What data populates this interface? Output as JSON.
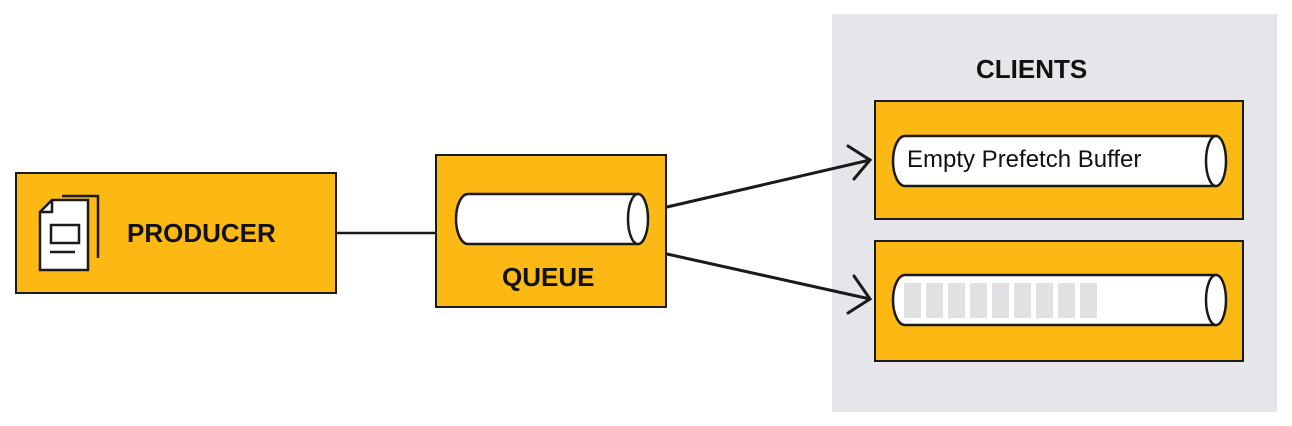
{
  "colors": {
    "box_fill": "#fdb913",
    "panel_fill": "#e6e6ea",
    "stroke": "#1a1a1a",
    "pipe_fill": "#ffffff",
    "buffer_slot": "#e1e1e4"
  },
  "producer": {
    "label": "PRODUCER",
    "icon": "document-icon"
  },
  "queue": {
    "label": "QUEUE"
  },
  "clients": {
    "title": "CLIENTS",
    "items": [
      {
        "buffer_label": "Empty Prefetch Buffer",
        "filled_slots": 0
      },
      {
        "buffer_label": "",
        "filled_slots": 9
      }
    ]
  }
}
